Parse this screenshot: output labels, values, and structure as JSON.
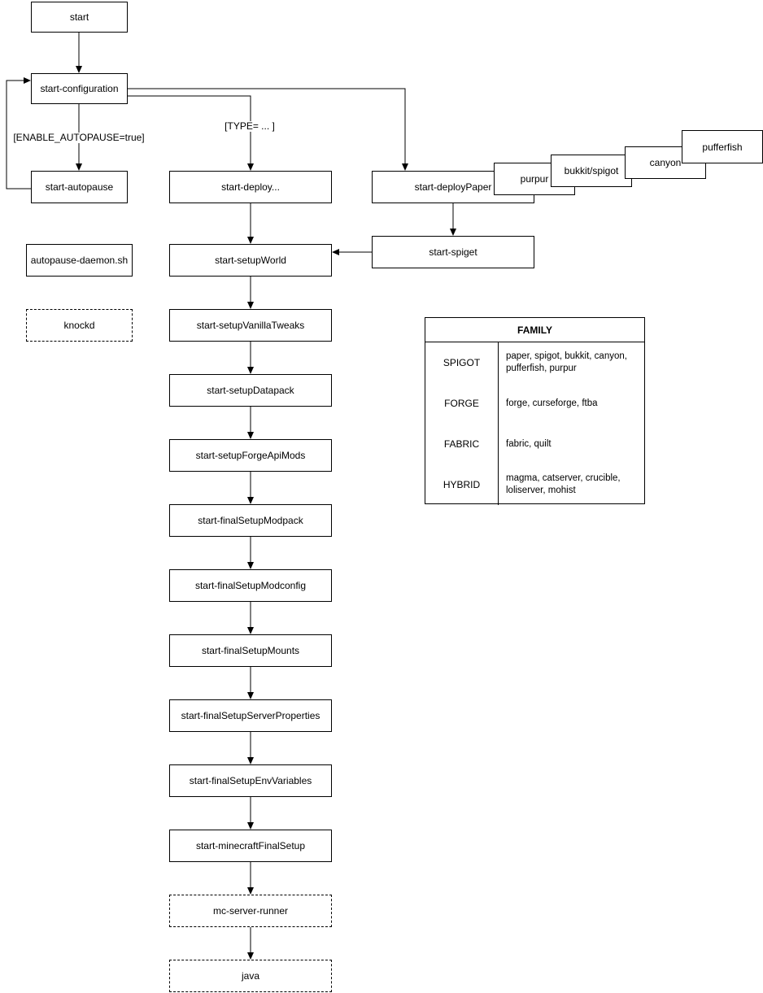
{
  "diagram": {
    "nodes": {
      "start": "start",
      "start_configuration": "start-configuration",
      "start_autopause": "start-autopause",
      "autopause_daemon_sh": "autopause-daemon.sh",
      "knockd": "knockd",
      "start_deploy": "start-deploy...",
      "start_setup_world": "start-setupWorld",
      "start_setup_vanilla_tweaks": "start-setupVanillaTweaks",
      "start_setup_datapack": "start-setupDatapack",
      "start_setup_forge_api_mods": "start-setupForgeApiMods",
      "start_final_setup_modpack": "start-finalSetupModpack",
      "start_final_setup_modconfig": "start-finalSetupModconfig",
      "start_final_setup_mounts": "start-finalSetupMounts",
      "start_final_setup_server_properties": "start-finalSetupServerProperties",
      "start_final_setup_env_variables": "start-finalSetupEnvVariables",
      "start_minecraft_final_setup": "start-minecraftFinalSetup",
      "mc_server_runner": "mc-server-runner",
      "java": "java",
      "start_deploy_paper": "start-deployPaper",
      "purpur": "purpur",
      "bukkit_spigot": "bukkit/spigot",
      "canyon": "canyon",
      "pufferfish": "pufferfish",
      "start_spiget": "start-spiget"
    },
    "edge_labels": {
      "enable_autopause": "[ENABLE_AUTOPAUSE=true]",
      "type_condition": "[TYPE= ... ]"
    },
    "family_table": {
      "title": "FAMILY",
      "rows": [
        {
          "family": "SPIGOT",
          "members": "paper, spigot, bukkit, canyon, pufferfish, purpur"
        },
        {
          "family": "FORGE",
          "members": "forge, curseforge, ftba"
        },
        {
          "family": "FABRIC",
          "members": "fabric, quilt"
        },
        {
          "family": "HYBRID",
          "members": "magma, catserver, crucible, loliserver, mohist"
        }
      ]
    },
    "colors": {
      "stroke": "#000000",
      "node_fill": "#ffffff",
      "text": "#000000"
    }
  }
}
